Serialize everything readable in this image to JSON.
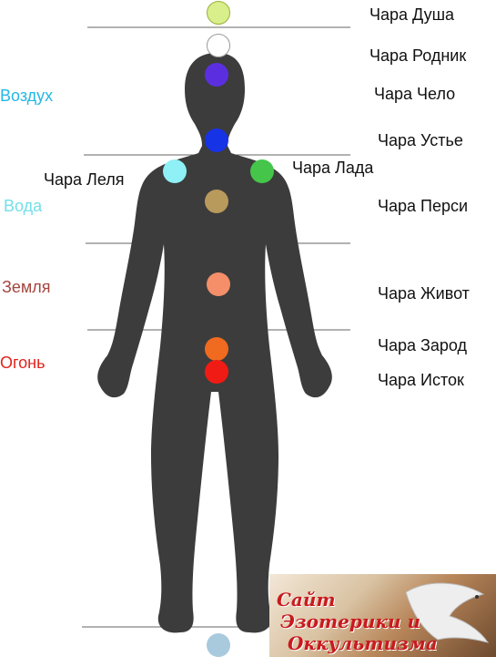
{
  "chakras": [
    {
      "label": "Чара Душа",
      "color": "#d9ef8b"
    },
    {
      "label": "Чара Родник",
      "color": "#ffffff"
    },
    {
      "label": "Чара Чело",
      "color": "#5b2fe0"
    },
    {
      "label": "Чара Устье",
      "color": "#1733e6"
    },
    {
      "label": "Чара Леля",
      "color": "#8ff0f6"
    },
    {
      "label": "Чара Лада",
      "color": "#45c64a"
    },
    {
      "label": "Чара Перси",
      "color": "#b89a5c"
    },
    {
      "label": "Чара Живот",
      "color": "#f48f6a"
    },
    {
      "label": "Чара Зарод",
      "color": "#f06a1f"
    },
    {
      "label": "Чара Исток",
      "color": "#f01b14"
    },
    {
      "label": "",
      "color": "#a9c9dd"
    }
  ],
  "elements": [
    {
      "label": "Воздух",
      "color": "#22b8e6"
    },
    {
      "label": "Вода",
      "color": "#73e0e8"
    },
    {
      "label": "Земля",
      "color": "#a4463f"
    },
    {
      "label": "Огонь",
      "color": "#e2231a"
    }
  ],
  "watermark": {
    "line1": "Сайт",
    "line2": "Эзотерики и",
    "line3": "Оккультизма"
  },
  "colors": {
    "body_silhouette": "#3c3c3c",
    "divider": "#555555"
  }
}
